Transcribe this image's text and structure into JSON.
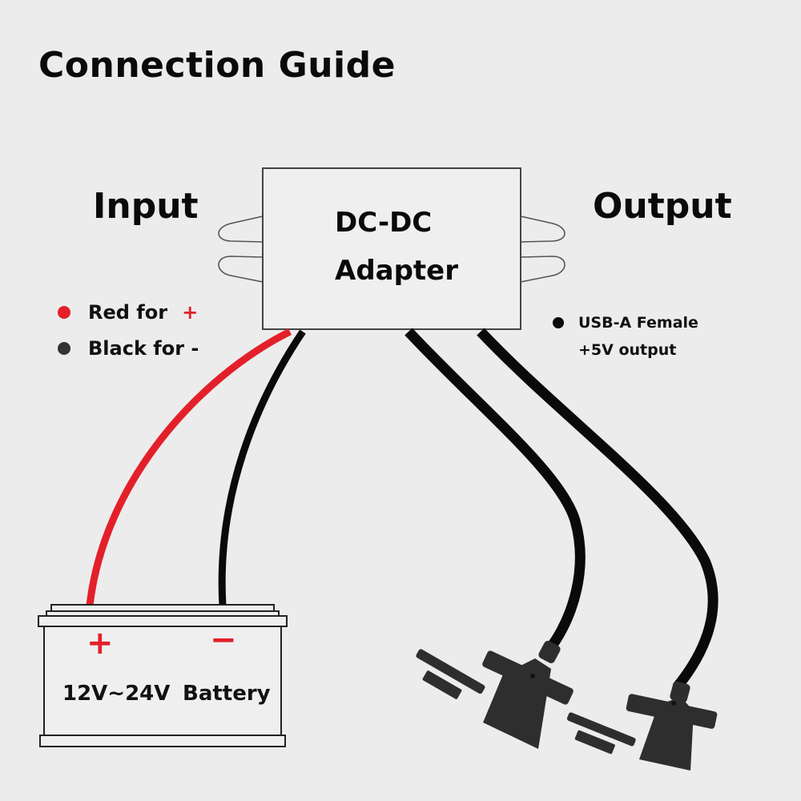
{
  "title": "Connection Guide",
  "input": {
    "label": "Input",
    "legend": [
      {
        "color_name": "red",
        "dot_color": "#e3202a",
        "text": "Red for",
        "sign": "+"
      },
      {
        "color_name": "black",
        "dot_color": "#333333",
        "text": "Black for -"
      }
    ]
  },
  "adapter": {
    "line1": "DC-DC",
    "line2": "Adapter"
  },
  "output": {
    "label": "Output",
    "connector_line1": "USB-A Female",
    "connector_line2": "+5V output",
    "connector_count": 2
  },
  "battery": {
    "plus_sign": "+",
    "minus_sign": "−",
    "voltage": "12V~24V",
    "label": "Battery"
  },
  "colors": {
    "background": "#ececec",
    "positive_wire": "#e3202a",
    "negative_wire": "#0a0a0a",
    "connector": "#2e2e2e",
    "outline": "#3a3a3a"
  }
}
